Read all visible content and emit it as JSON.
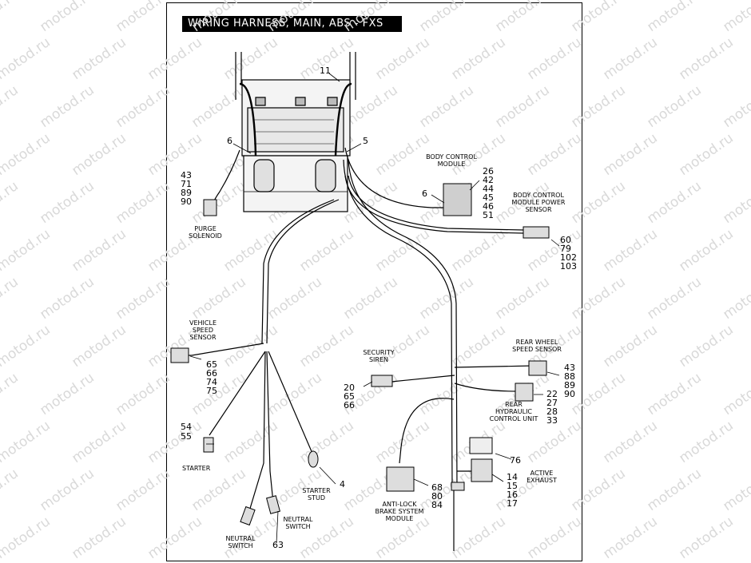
{
  "title": "WIRING HARNESS, MAIN, ABS - FXS",
  "watermark": "motod.ru",
  "callouts": {
    "c11": "11",
    "c6a": "6",
    "c5": "5",
    "c6b": "6",
    "purge_nums": [
      "43",
      "71",
      "89",
      "90"
    ],
    "bcm_nums": [
      "26",
      "42",
      "44",
      "45",
      "46",
      "51"
    ],
    "bcm_power_nums": [
      "60",
      "79",
      "102",
      "103"
    ],
    "vss_nums": [
      "65",
      "66",
      "74",
      "75"
    ],
    "siren_nums": [
      "20",
      "65",
      "66"
    ],
    "rwss_nums": [
      "43",
      "88",
      "89",
      "90"
    ],
    "rhcu_nums": [
      "22",
      "27",
      "28",
      "33"
    ],
    "starter_nums": [
      "54",
      "55"
    ],
    "c4": "4",
    "c76": "76",
    "exhaust_nums": [
      "14",
      "15",
      "16",
      "17"
    ],
    "abs_nums": [
      "68",
      "80",
      "84"
    ],
    "c63": "63"
  },
  "labels": {
    "purge": [
      "PURGE",
      "SOLENOID"
    ],
    "bcm": [
      "BODY CONTROL",
      "MODULE"
    ],
    "bcm_power": [
      "BODY CONTROL",
      "MODULE POWER",
      "SENSOR"
    ],
    "vss": [
      "VEHICLE",
      "SPEED",
      "SENSOR"
    ],
    "siren": [
      "SECURITY",
      "SIREN"
    ],
    "rwss": [
      "REAR WHEEL",
      "SPEED SENSOR"
    ],
    "rhcu": [
      "REAR",
      "HYDRAULIC",
      "CONTROL UNIT"
    ],
    "starter": "STARTER",
    "starter_stud": [
      "STARTER",
      "STUD"
    ],
    "active_exhaust": [
      "ACTIVE",
      "EXHAUST"
    ],
    "abs": [
      "ANTI-LOCK",
      "BRAKE SYSTEM",
      "MODULE"
    ],
    "neutral_right": [
      "NEUTRAL",
      "SWITCH"
    ],
    "neutral_left": [
      "NEUTRAL",
      "SWITCH"
    ]
  }
}
